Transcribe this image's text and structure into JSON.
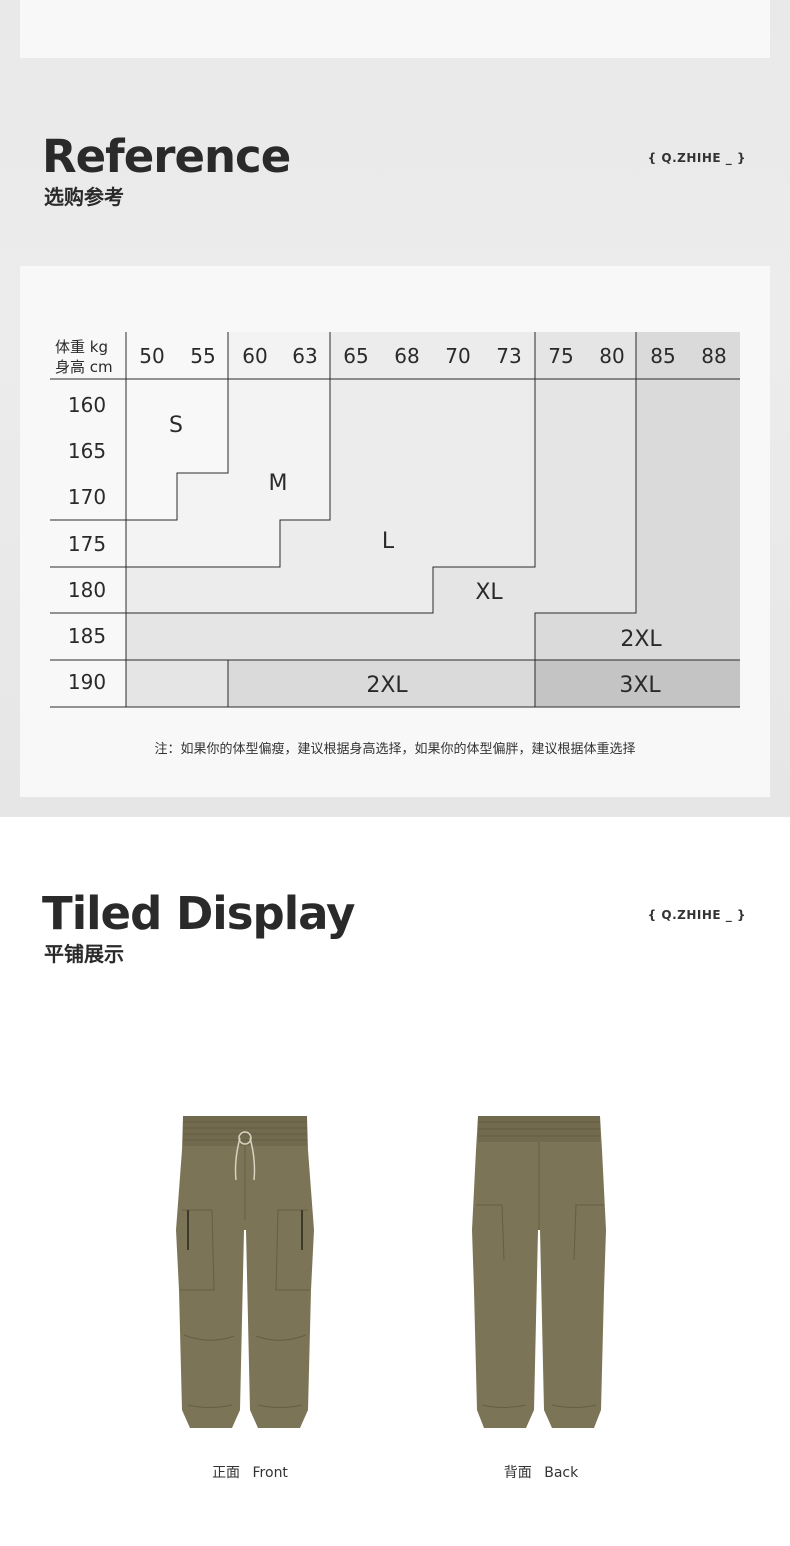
{
  "reference_section": {
    "title": "Reference",
    "subtitle": "选购参考",
    "brand": "{ Q.ZHIHE _ }"
  },
  "size_chart": {
    "header_weight_label": "体重 kg",
    "header_height_label": "身高 cm",
    "weights": [
      "50",
      "55",
      "60",
      "63",
      "65",
      "68",
      "70",
      "73",
      "75",
      "80",
      "85",
      "88"
    ],
    "heights": [
      "160",
      "165",
      "170",
      "175",
      "180",
      "185",
      "190"
    ],
    "size_labels": {
      "s": "S",
      "m": "M",
      "l": "L",
      "xl": "XL",
      "xxl_right": "2XL",
      "xxl_bottom": "2XL",
      "xxxl": "3XL"
    },
    "colors": {
      "s": "#f8f8f8",
      "m": "#f3f3f3",
      "l": "#ececec",
      "xl": "#e5e5e5",
      "xxl": "#dadada",
      "xxxl": "#c4c4c4"
    },
    "note": "注：如果你的体型偏瘦，建议根据身高选择，如果你的体型偏胖，建议根据体重选择"
  },
  "tiled_section": {
    "title": "Tiled Display",
    "subtitle": "平铺展示",
    "brand": "{ Q.ZHIHE _ }",
    "front_caption_cn": "正面",
    "front_caption_en": "Front",
    "back_caption_cn": "背面",
    "back_caption_en": "Back",
    "pants_color": "#7c7456"
  }
}
